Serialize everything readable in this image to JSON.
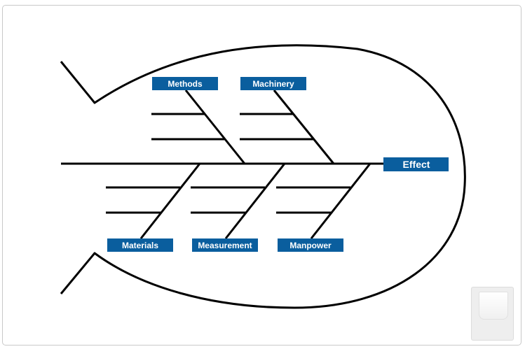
{
  "diagram": {
    "effect": "Effect",
    "causes": {
      "methods": "Methods",
      "machinery": "Machinery",
      "materials": "Materials",
      "measurement": "Measurement",
      "manpower": "Manpower"
    }
  },
  "colors": {
    "label_background": "#0a5e9e",
    "label_text": "#ffffff",
    "lines": "#000000"
  }
}
